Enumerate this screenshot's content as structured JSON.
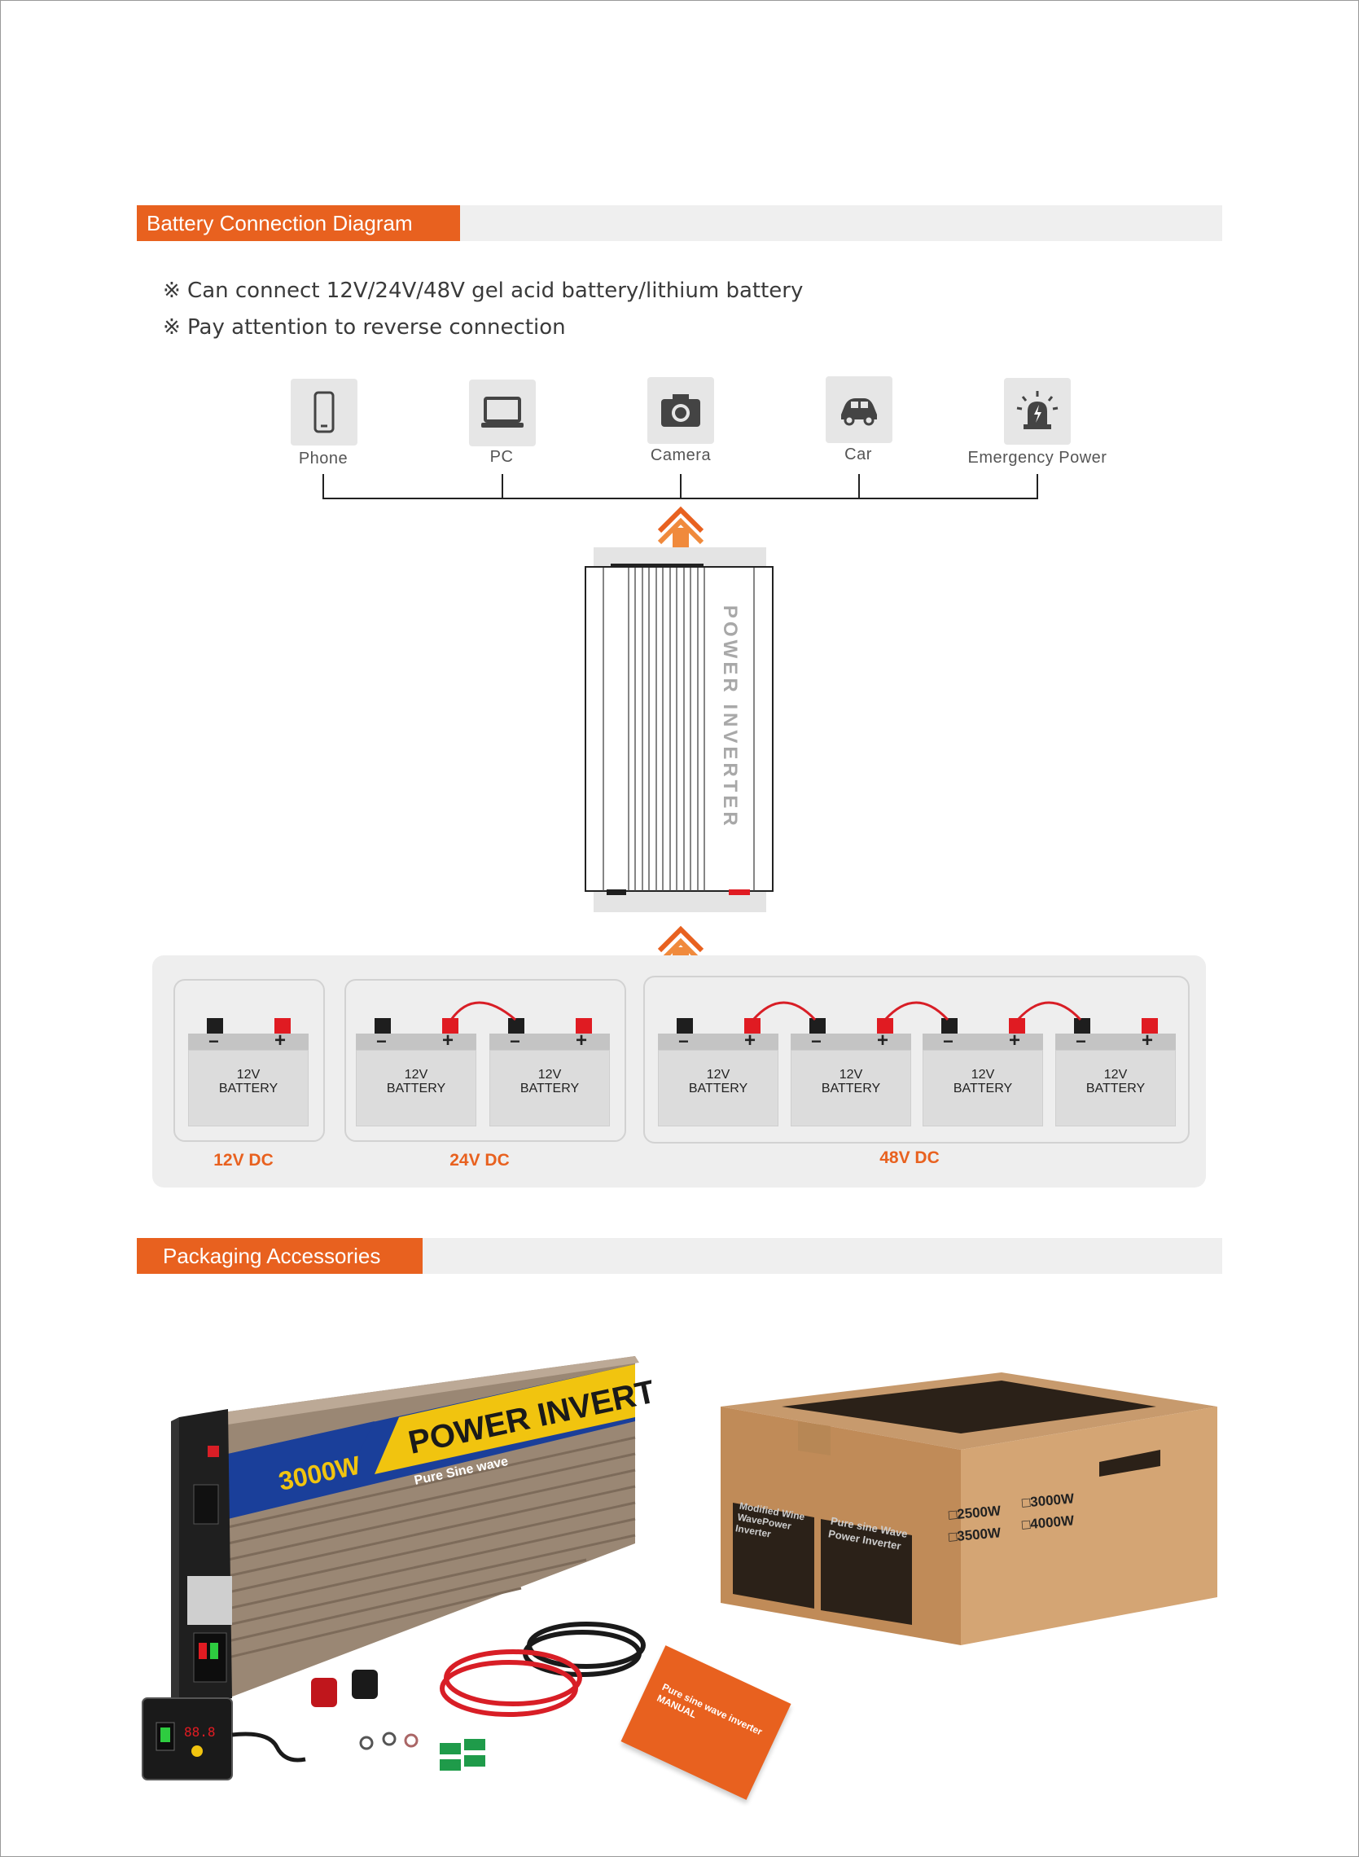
{
  "sections": {
    "battery_diagram": "Battery Connection Diagram",
    "packaging": "Packaging Accessories"
  },
  "notes": [
    "※ Can connect 12V/24V/48V gel acid battery/lithium battery",
    "※ Pay attention to reverse connection"
  ],
  "devices": [
    {
      "label": "Phone",
      "icon": "phone-icon"
    },
    {
      "label": "PC",
      "icon": "laptop-icon"
    },
    {
      "label": "Camera",
      "icon": "camera-icon"
    },
    {
      "label": "Car",
      "icon": "car-icon"
    },
    {
      "label": "Emergency Power",
      "icon": "siren-icon"
    }
  ],
  "inverter_label": "POWER INVERTER",
  "battery_label_line1": "12V",
  "battery_label_line2": "BATTERY",
  "configs": [
    {
      "label": "12V DC",
      "count": 1
    },
    {
      "label": "24V DC",
      "count": 2
    },
    {
      "label": "48V DC",
      "count": 4
    }
  ],
  "product": {
    "title": "POWER INVERTER",
    "wattage": "3000W",
    "subtitle": "Pure Sine wave",
    "display": "88.8"
  },
  "box": {
    "panel1": "Modified Wine WavePower Inverter",
    "panel2": "Pure sine Wave Power Inverter",
    "options": [
      "□2500W",
      "□3000W",
      "□3500W",
      "□4000W"
    ]
  },
  "manual": "Pure sine wave inverter MANUAL",
  "colors": {
    "accent": "#e8611f",
    "terminal_pos": "#e01b22",
    "terminal_neg": "#1e1e1e"
  }
}
